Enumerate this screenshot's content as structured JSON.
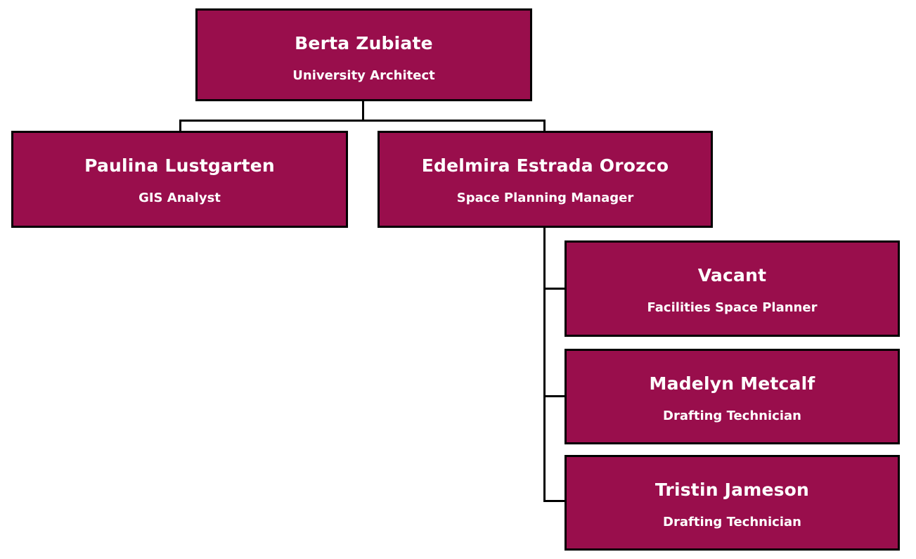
{
  "theme": {
    "canvas_bg": "#FFFFFF",
    "box_fill": "#990E4C",
    "box_border": "#000000",
    "box_text": "#FFFFFF",
    "connector": "#000000"
  },
  "org_chart": {
    "type": "organization-chart",
    "nodes": [
      {
        "name": "Berta Zubiate",
        "title": "University Architect",
        "reports_to": null
      },
      {
        "name": "Paulina Lustgarten",
        "title": "GIS Analyst",
        "reports_to": "Berta Zubiate"
      },
      {
        "name": "Edelmira Estrada Orozco",
        "title": "Space Planning Manager",
        "reports_to": "Berta Zubiate"
      },
      {
        "name": "Vacant",
        "title": "Facilities Space Planner",
        "reports_to": "Edelmira Estrada Orozco"
      },
      {
        "name": "Madelyn Metcalf",
        "title": "Drafting Technician",
        "reports_to": "Edelmira Estrada Orozco"
      },
      {
        "name": "Tristin Jameson",
        "title": "Drafting Technician",
        "reports_to": "Edelmira Estrada Orozco"
      }
    ]
  }
}
